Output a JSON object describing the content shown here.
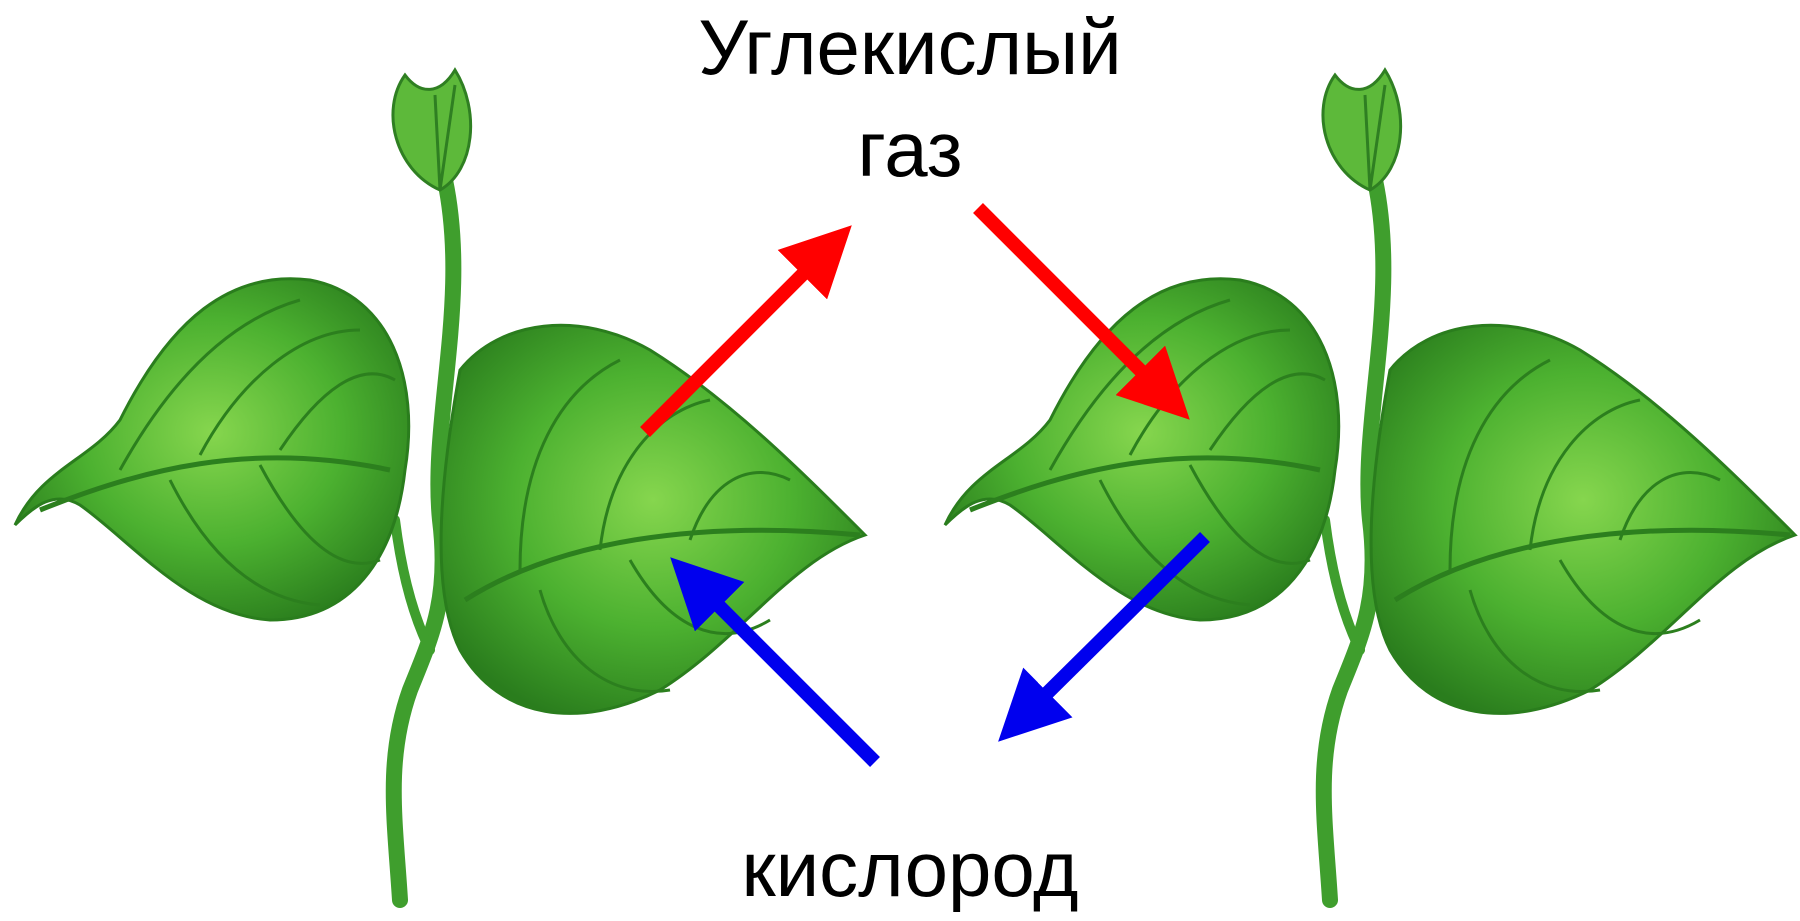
{
  "labels": {
    "carbon_dioxide_line1": "Углекислый",
    "carbon_dioxide_line2": "газ",
    "oxygen": "кислород"
  },
  "colors": {
    "carbon_dioxide_arrow": "#ff0000",
    "oxygen_arrow": "#0000ee",
    "leaf_light": "#7fd04a",
    "leaf_mid": "#3ea52a",
    "leaf_dark": "#1d6b17",
    "stem": "#3f9e2d"
  },
  "icons": {
    "left_plant": "plant-icon",
    "right_plant": "plant-icon"
  }
}
